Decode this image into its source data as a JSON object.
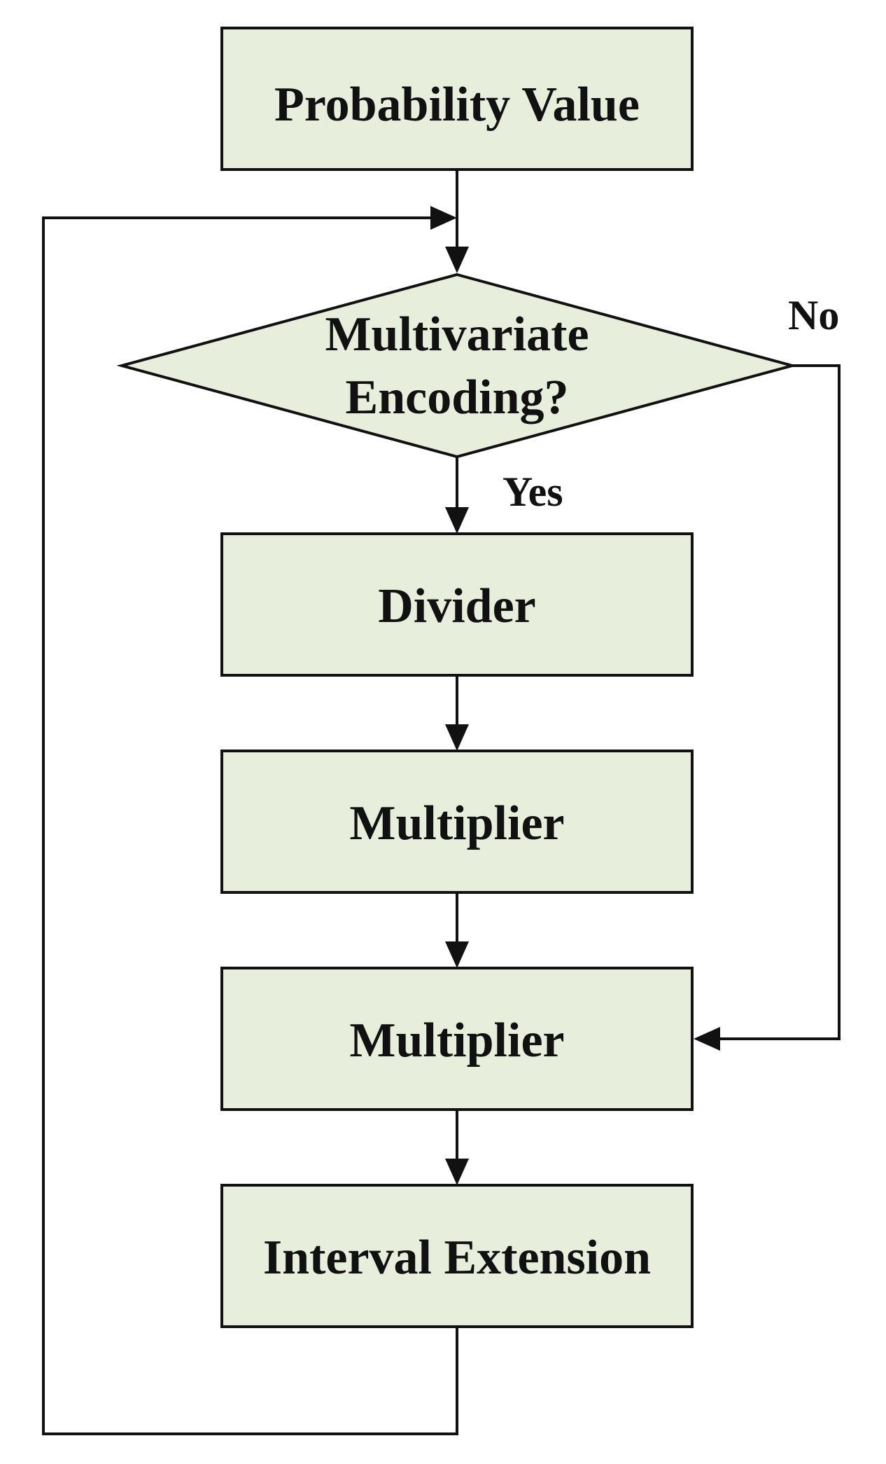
{
  "diagram": {
    "nodes": {
      "probability_value": "Probability Value",
      "decision_line1": "Multivariate",
      "decision_line2": "Encoding?",
      "divider": "Divider",
      "multiplier_1": "Multiplier",
      "multiplier_2": "Multiplier",
      "interval_extension": "Interval Extension"
    },
    "edge_labels": {
      "yes": "Yes",
      "no": "No"
    },
    "colors": {
      "node_fill": "#e7efdc",
      "stroke": "#111111"
    }
  }
}
